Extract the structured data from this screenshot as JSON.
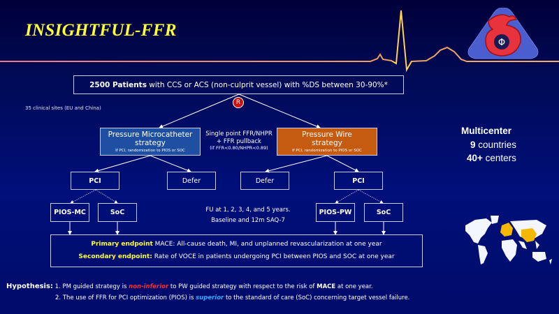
{
  "title": "INSIGHTFUL-FFR",
  "colors": {
    "title": "#ffff33",
    "pm_box": "#1f4fa0",
    "pw_box": "#c55a11",
    "randomize": "#cc1111",
    "highlight_red": "#ff2a2a",
    "highlight_blue": "#33aaff",
    "map_highlight": "#f5b800"
  },
  "population": {
    "bold": "2500 Patients",
    "rest": " with CCS or ACS (non-culprit vessel) with %DS between 30-90%*"
  },
  "sites_note": "35 clinical sites (EU and China)",
  "randomize_label": "R",
  "arms": {
    "pm": {
      "title": "Pressure Microcatheter",
      "title2": "strategy",
      "sub": "If PCI, randomization to PIOS or SOC"
    },
    "pw": {
      "title": "Pressure Wire",
      "title2": "strategy",
      "sub": "If PCI, randomization to PIOS or SOC"
    }
  },
  "middle_note": {
    "line1": "Single point FFR/NHPR",
    "line2": "+ FFR pullback",
    "line3": "(if FFR<0.80/NHPR<0.89)"
  },
  "nodes": {
    "pci_left": "PCI",
    "defer_left": "Defer",
    "defer_right": "Defer",
    "pci_right": "PCI",
    "pios_mc": "PIOS-MC",
    "soc_left": "SoC",
    "pios_pw": "PIOS-PW",
    "soc_right": "SoC"
  },
  "followup": {
    "line1": "FU at 1, 2, 3, 4, and 5 years.",
    "line2": "Baseline and 12m SAQ-7"
  },
  "endpoints": {
    "primary_label": "Primary endpoint",
    "primary_text": " MACE: All-cause death, MI, and unplanned revascularization at one year",
    "secondary_label": "Secondary endpoint:",
    "secondary_text": " Rate of VOCE in patients undergoing PCI between PIOS and SOC at one year"
  },
  "multicenter": {
    "heading": "Multicenter",
    "countries_num": "9",
    "countries_label": " countries",
    "centers_num": "40+",
    "centers_label": " centers"
  },
  "hypothesis": {
    "label": "Hypothesis:",
    "h1_a": " 1. PM guided strategy is ",
    "h1_em": "non-inferior",
    "h1_b": "  to PW guided strategy with respect to the risk of ",
    "h1_bold": "MACE",
    "h1_c": " at one year.",
    "h2_a": "2. The use of FFR for PCI optimization (PIOS) is ",
    "h2_em": "superior",
    "h2_b": " to the standard of care (SoC) concerning target vessel failure."
  }
}
